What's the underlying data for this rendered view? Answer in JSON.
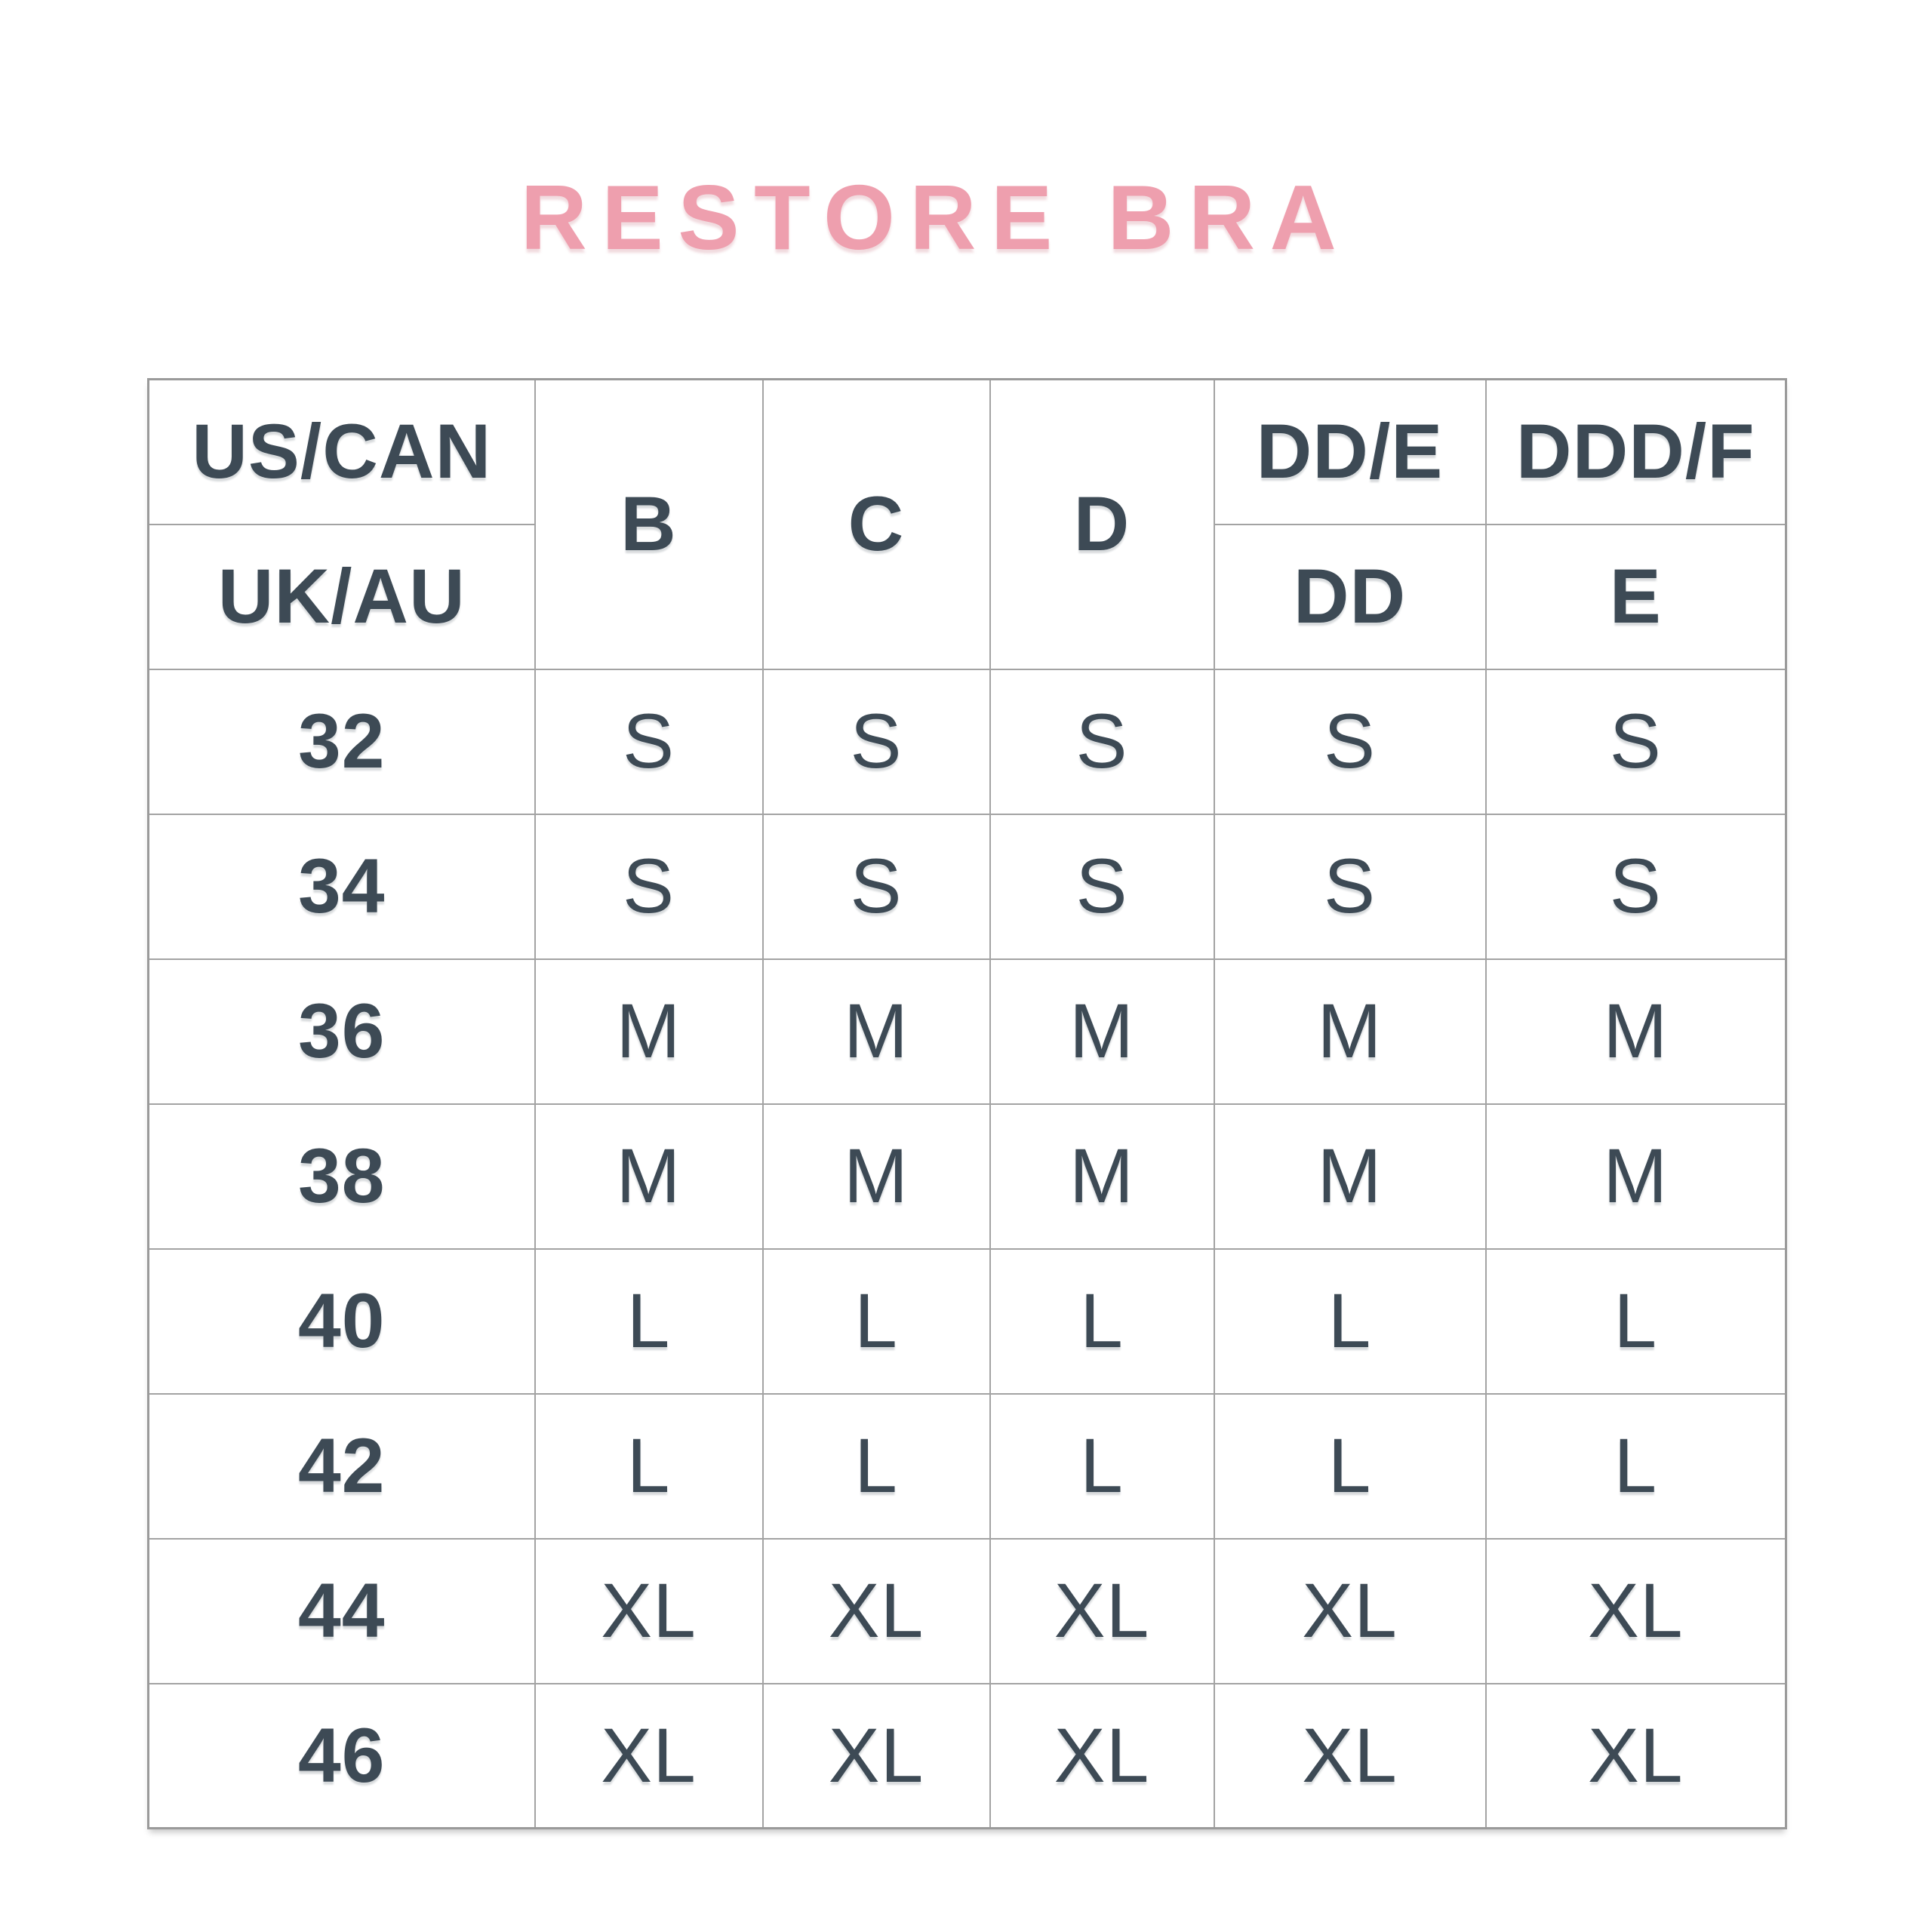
{
  "title": {
    "text": "RESTORE BRA",
    "color": "#ee9fae"
  },
  "colors": {
    "text": "#3d4a55",
    "grid": "#a3a3a3",
    "background": "#ffffff"
  },
  "table": {
    "header": {
      "us_can": "US/CAN",
      "uk_au": "UK/AU",
      "cup_b": "B",
      "cup_c": "C",
      "cup_d": "D",
      "cup_dd_e": "DD/E",
      "cup_ddd_f": "DDD/F",
      "cup_dd": "DD",
      "cup_e": "E"
    },
    "rows": [
      {
        "band": "32",
        "sizes": [
          "S",
          "S",
          "S",
          "S",
          "S"
        ]
      },
      {
        "band": "34",
        "sizes": [
          "S",
          "S",
          "S",
          "S",
          "S"
        ]
      },
      {
        "band": "36",
        "sizes": [
          "M",
          "M",
          "M",
          "M",
          "M"
        ]
      },
      {
        "band": "38",
        "sizes": [
          "M",
          "M",
          "M",
          "M",
          "M"
        ]
      },
      {
        "band": "40",
        "sizes": [
          "L",
          "L",
          "L",
          "L",
          "L"
        ]
      },
      {
        "band": "42",
        "sizes": [
          "L",
          "L",
          "L",
          "L",
          "L"
        ]
      },
      {
        "band": "44",
        "sizes": [
          "XL",
          "XL",
          "XL",
          "XL",
          "XL"
        ]
      },
      {
        "band": "46",
        "sizes": [
          "XL",
          "XL",
          "XL",
          "XL",
          "XL"
        ]
      }
    ]
  }
}
